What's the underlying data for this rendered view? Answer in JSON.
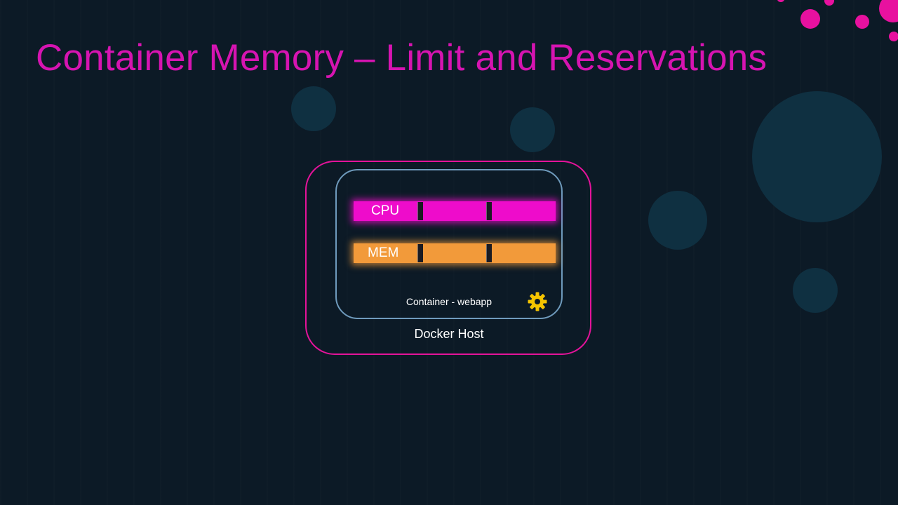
{
  "title": "Container Memory – Limit and Reservations",
  "diagram": {
    "host_label": "Docker Host",
    "container_label": "Container - webapp",
    "bars": {
      "cpu": {
        "label": "CPU",
        "color": "#ee0ccb"
      },
      "mem": {
        "label": "MEM",
        "color": "#f29a3a"
      }
    },
    "gear_icon": "gear-icon"
  },
  "colors": {
    "background": "#0c1a26",
    "title": "#d614b1",
    "host_border": "#e4139a",
    "container_border": "#6f9bbd",
    "gear": "#f5c400"
  }
}
